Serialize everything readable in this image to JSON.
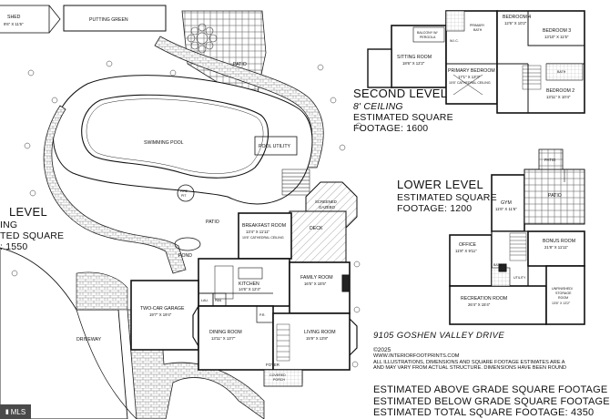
{
  "site": {
    "shed": "SHED",
    "shed_size": "9'6\" X 11'6\"",
    "putting_green": "PUTTING GREEN",
    "patio_upper": "PATIO",
    "swimming_pool": "SWIMMING POOL",
    "pool_utility": "POOL UTILITY",
    "screened_gazebo": "SCREENED\nGAZEBO",
    "deck": "DECK",
    "patio_mid": "PATIO",
    "pond": "POND",
    "driveway": "DRIVEWAY",
    "fire_pit": "FIRE\nPIT"
  },
  "main_level": {
    "title": "LEVEL",
    "ceiling": "ING",
    "estimated": "TED SQUARE",
    "footage": ": 1550",
    "rooms": {
      "breakfast": "BREAKFAST ROOM",
      "breakfast_size": "13'4\" X 11'11\"",
      "breakfast_note": "10'6\" CATHEDRAL CEILING",
      "kitchen": "KITCHEN",
      "kitchen_size": "14'6\" X 12'4\"",
      "family": "FAMILY ROOM",
      "family_size": "16'5\" X 15'5\"",
      "garage": "TWO-CAR GARAGE",
      "garage_size": "19'7\" X 19'4\"",
      "dining": "DINING ROOM",
      "dining_size": "13'11\" X 13'7\"",
      "living": "LIVING ROOM",
      "living_size": "15'9\" X 13'8\"",
      "foyer": "FOYER",
      "porch": "COVERED\nPORCH",
      "laundry": "LAU.",
      "pantry": "PAN",
      "half_bath": "P.R."
    }
  },
  "second_level": {
    "title": "SECOND LEVEL",
    "ceiling": "8' CEILING",
    "estimated": "ESTIMATED SQUARE",
    "footage": "FOOTAGE: 1600",
    "rooms": {
      "balcony": "BALCONY W/\nPERGOLA",
      "sitting": "SITTING ROOM",
      "sitting_size": "18'6\" X 12'2\"",
      "primary": "PRIMARY BEDROOM",
      "primary_size": "17'1\" X 13'3\"",
      "primary_note": "10'6\" CATHEDRAL CEILING",
      "primary_bath": "PRIMARY\nBATH",
      "bedroom4": "BEDROOM 4",
      "bedroom4_size": "12'6\" X 10'2\"",
      "bedroom3": "BEDROOM 3",
      "bedroom3_size": "13'10\" X 11'5\"",
      "bedroom2": "BEDROOM 2",
      "bedroom2_size": "13'11\" X 10'4\"",
      "wic": "W.I.C.",
      "bath": "BATH"
    }
  },
  "lower_level": {
    "title": "LOWER LEVEL",
    "estimated": "ESTIMATED SQUARE",
    "footage": "FOOTAGE: 1200",
    "rooms": {
      "gym": "GYM",
      "gym_size": "11'6\" X 11'6\"",
      "office": "OFFICE",
      "office_size": "11'8\" X 9'11\"",
      "bonus": "BONUS ROOM",
      "bonus_size": "21'8\" X 11'11\"",
      "recreation": "RECREATION ROOM",
      "recreation_size": "26'4\" X 15'4\"",
      "unfinished": "UNFINISHED/\nSTORAGE\nROOM",
      "unfinished_size": "13'6\" X 13'2\"",
      "patio": "PATIO",
      "patio_top": "PATIO",
      "utility": "UTILITY",
      "bath": "BATH"
    }
  },
  "address": "9105 GOSHEN VALLEY DRIVE",
  "copyright": "©2025",
  "website": "WWW.INTERIORFOOTPRINTS.COM",
  "disclaimer_1": "ALL ILLUSTRATIONS, DIMENSIONS AND SQUARE FOOTAGE ESTIMATES ARE A",
  "disclaimer_2": "AND MAY VARY FROM ACTUAL STRUCTURE. DIMENSIONS HAVE BEEN ROUND",
  "totals": {
    "above": "ESTIMATED ABOVE GRADE SQUARE FOOTAGE",
    "below": "ESTIMATED BELOW GRADE SQUARE FOOTAGE",
    "total": "ESTIMATED TOTAL SQUARE FOOTAGE: 4350"
  },
  "mls_badge": "MLS"
}
